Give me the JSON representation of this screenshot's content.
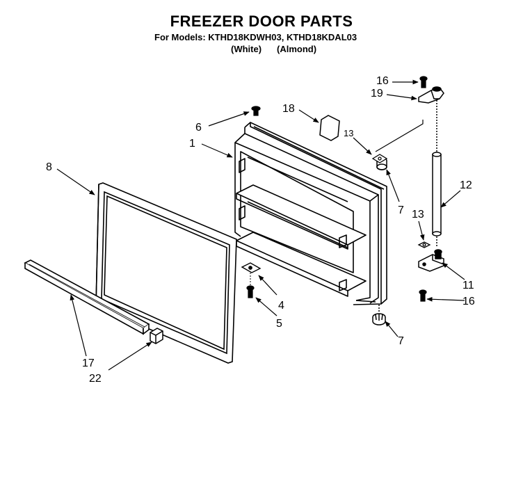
{
  "header": {
    "title": "FREEZER DOOR PARTS",
    "models_line": "For Models: KTHD18KDWH03, KTHD18KDAL03",
    "color_white": "(White)",
    "color_almond": "(Almond)"
  },
  "callouts": {
    "c16_top": "16",
    "c19": "19",
    "c18": "18",
    "c13_top": "13",
    "c6": "6",
    "c1": "1",
    "c8": "8",
    "c12": "12",
    "c7_top": "7",
    "c13_mid": "13",
    "c11": "11",
    "c16_bottom": "16",
    "c4": "4",
    "c5": "5",
    "c7_bottom": "7",
    "c17": "17",
    "c22": "22"
  }
}
